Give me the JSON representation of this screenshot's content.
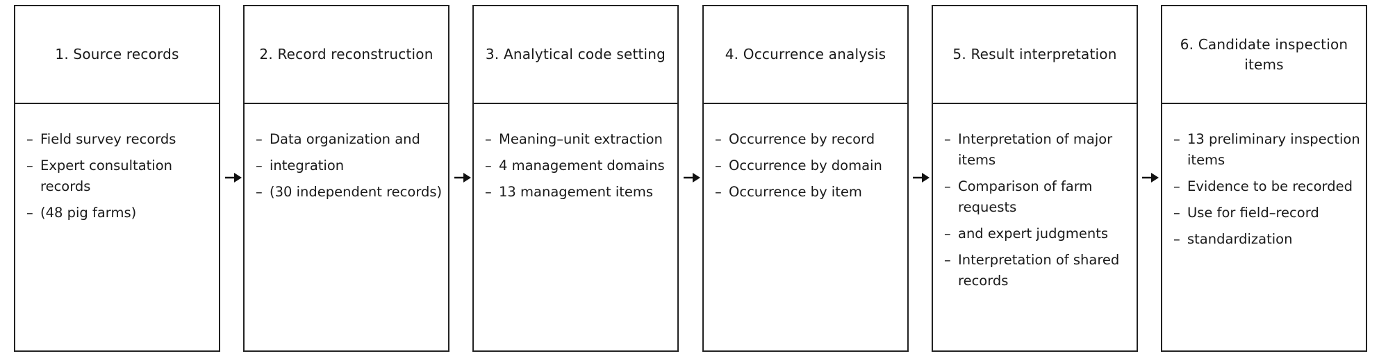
{
  "stages": [
    {
      "title": "1. Source records",
      "items": [
        "Field survey records",
        "Expert consultation records",
        "(48 pig farms)"
      ]
    },
    {
      "title": "2. Record reconstruction",
      "items": [
        "Data organization and",
        "integration",
        "(30 independent records)"
      ]
    },
    {
      "title": "3. Analytical code setting",
      "items": [
        "Meaning–unit extraction",
        "4 management domains",
        "13 management items"
      ]
    },
    {
      "title": "4. Occurrence analysis",
      "items": [
        "Occurrence by record",
        "Occurrence by domain",
        "Occurrence by item"
      ]
    },
    {
      "title": "5. Result interpretation",
      "items": [
        "Interpretation of major items",
        "Comparison of farm requests",
        "and expert judgments",
        "Interpretation of shared records"
      ]
    },
    {
      "title": "6. Candidate inspection items",
      "items": [
        "13 preliminary inspection items",
        "Evidence to be recorded",
        "Use for field–record",
        "standardization"
      ]
    }
  ],
  "arrow_icon": "right-arrow-icon"
}
